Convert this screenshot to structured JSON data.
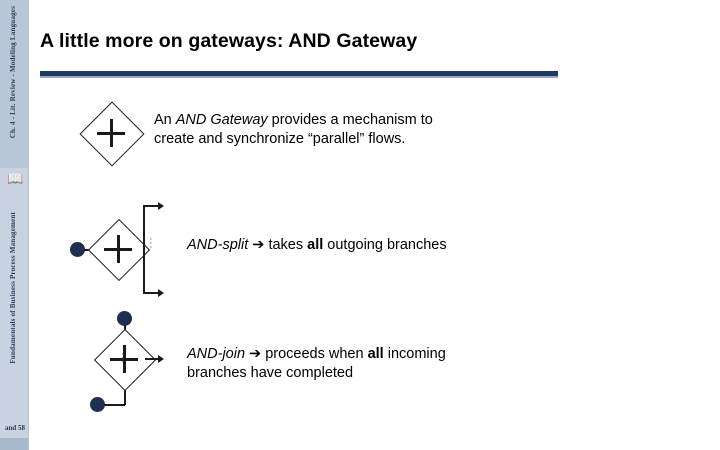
{
  "sidebar": {
    "top_label": "Ch. 4 - Lit. Review - Modeling Languages",
    "mid_label": "Fundamentals of Business Process Management",
    "icon": "book-icon",
    "footer_label": "and 58"
  },
  "slide": {
    "title": "A little more on gateways: AND Gateway",
    "accent_color": "#1F3864"
  },
  "blocks": [
    {
      "id": "intro",
      "gateway_name": "and-gateway-symbol",
      "text_parts": [
        {
          "text": "An ",
          "style": "normal"
        },
        {
          "text": "AND Gateway",
          "style": "italic"
        },
        {
          "text": " provides a mechanism to create and synchronize “parallel” flows.",
          "style": "normal"
        }
      ],
      "plain_text": "An AND Gateway provides a mechanism to create and synchronize “parallel” flows."
    },
    {
      "id": "and-split",
      "gateway_name": "and-split-gateway",
      "text_parts": [
        {
          "text": "AND-split",
          "style": "italic"
        },
        {
          "text": " ➔ takes ",
          "style": "normal"
        },
        {
          "text": "all",
          "style": "bold"
        },
        {
          "text": " outgoing branches",
          "style": "normal"
        }
      ],
      "plain_text": "AND-split ➔ takes all outgoing branches"
    },
    {
      "id": "and-join",
      "gateway_name": "and-join-gateway",
      "text_parts": [
        {
          "text": "AND-join",
          "style": "italic"
        },
        {
          "text": " ➔ proceeds when ",
          "style": "normal"
        },
        {
          "text": "all",
          "style": "bold"
        },
        {
          "text": " incoming branches have completed",
          "style": "normal"
        }
      ],
      "plain_text": "AND-join ➔ proceeds when all incoming branches have completed"
    }
  ]
}
